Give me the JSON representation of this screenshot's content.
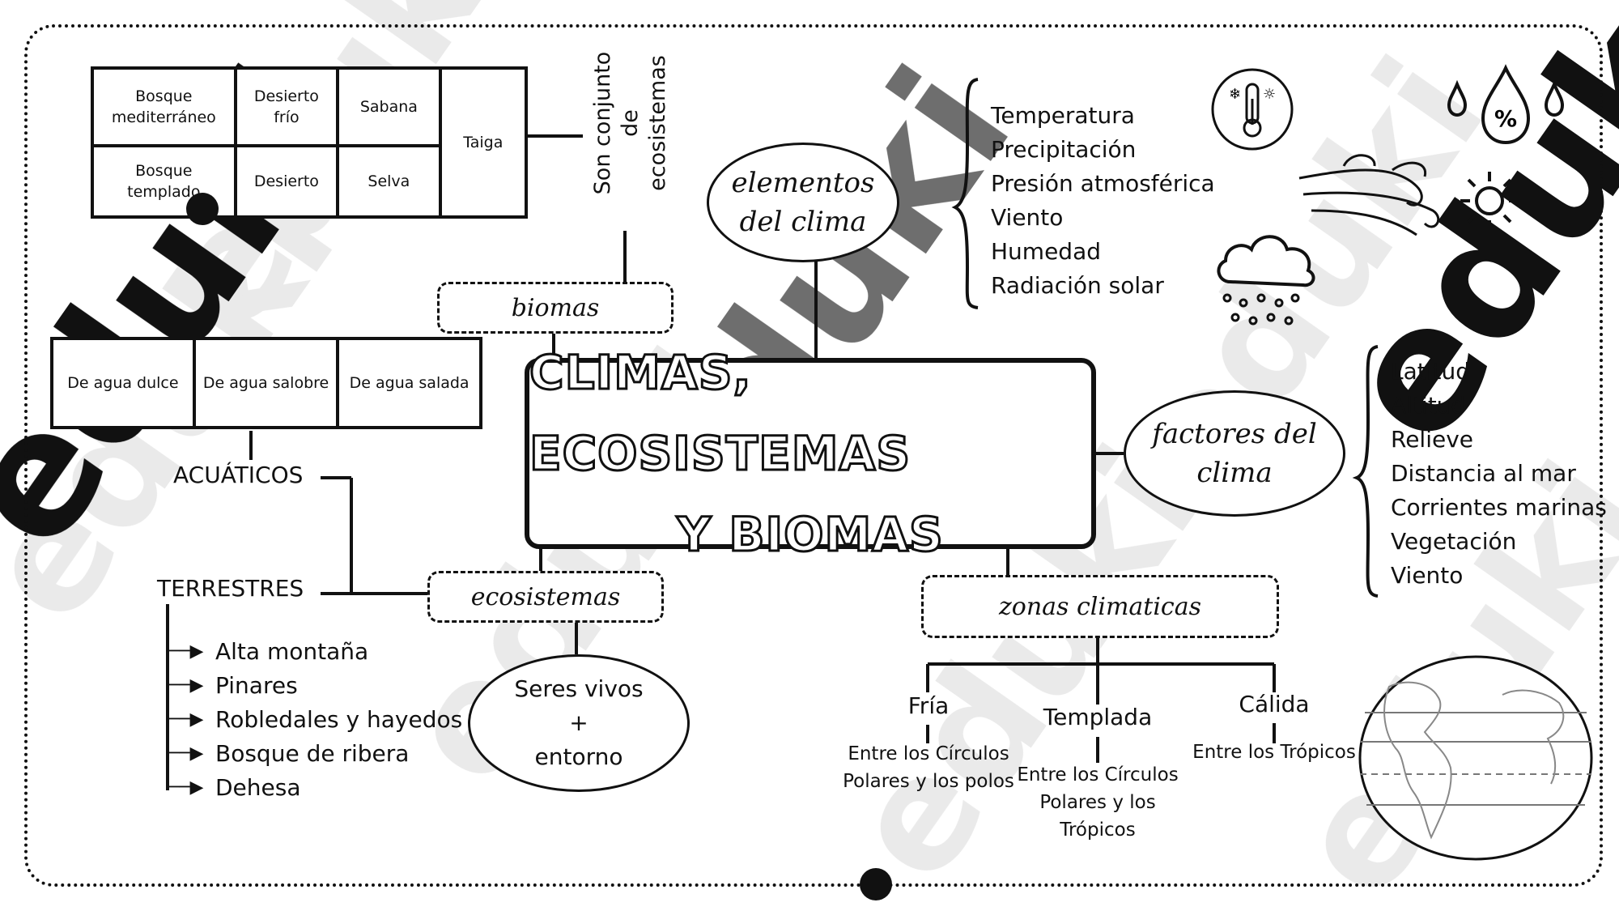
{
  "title": {
    "line1": "CLIMAS, ECOSISTEMAS",
    "line2": "Y BIOMAS"
  },
  "biomas_table": {
    "row1": [
      "Bosque mediterráneo",
      "Desierto frío",
      "Sabana"
    ],
    "row2": [
      "Bosque templado",
      "Desierto",
      "Selva"
    ],
    "taiga": "Taiga"
  },
  "biomas_note": {
    "line1": "Son conjunto",
    "line2": "de ecosistemas"
  },
  "acuaticos_table": [
    "De agua dulce",
    "De agua salobre",
    "De agua salada"
  ],
  "tags": {
    "biomas": "biomas",
    "ecosistemas": "ecosistemas",
    "zonas": "zonas climaticas"
  },
  "ovals": {
    "elementos": {
      "line1": "elementos",
      "line2": "del clima"
    },
    "factores": {
      "line1": "factores del",
      "line2": "clima"
    },
    "seres": {
      "line1": "Seres vivos",
      "line2": "+",
      "line3": "entorno"
    }
  },
  "labels": {
    "acuaticos": "ACUÁTICOS",
    "terrestres": "TERRESTRES"
  },
  "terrestres_list": [
    "Alta montaña",
    "Pinares",
    "Robledales y hayedos",
    "Bosque de ribera",
    "Dehesa"
  ],
  "elementos_list": [
    "Temperatura",
    "Precipitación",
    "Presión atmosférica",
    "Viento",
    "Humedad",
    "Radiación solar"
  ],
  "factores_list": [
    "Latitud",
    "Altitud",
    "Relieve",
    "Distancia al mar",
    "Corrientes marinas",
    "Vegetación",
    "Viento"
  ],
  "zonas": {
    "fria": {
      "name": "Fría",
      "line1": "Entre los Círculos",
      "line2": "Polares y los polos"
    },
    "templada": {
      "name": "Templada",
      "line1": "Entre los Círculos",
      "line2": "Polares y los",
      "line3": "Trópicos"
    },
    "calida": {
      "name": "Cálida",
      "line1": "Entre los Trópicos"
    }
  },
  "icons": {
    "thermometer": "thermometer-icon",
    "drops": "humidity-drops-icon",
    "sun": "sun-icon",
    "wind": "wind-icon",
    "cloud": "rain-cloud-icon",
    "globe": "globe-icon"
  },
  "watermark": "eduki"
}
